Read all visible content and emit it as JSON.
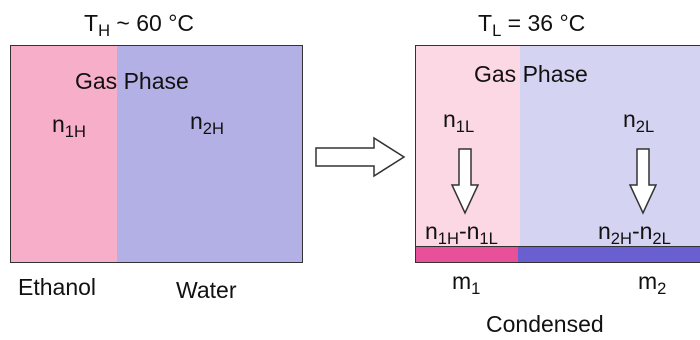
{
  "left_panel": {
    "temperature": {
      "symbol": "T",
      "sub": "H",
      "rest": " ~ 60 °C"
    },
    "gas_phase_label": "Gas Phase",
    "n1": {
      "main": "n",
      "sub": "1H"
    },
    "n2": {
      "main": "n",
      "sub": "2H"
    },
    "ethanol_label": "Ethanol",
    "water_label": "Water"
  },
  "right_panel": {
    "temperature": {
      "symbol": "T",
      "sub": "L",
      "rest": " = 36 °C"
    },
    "gas_phase_label": "Gas Phase",
    "n1": {
      "main": "n",
      "sub": "1L"
    },
    "n2": {
      "main": "n",
      "sub": "2L"
    },
    "diff1": {
      "a_main": "n",
      "a_sub": "1H",
      "sep": "-n",
      "b_sub": "1L"
    },
    "diff2": {
      "a_main": "n",
      "a_sub": "2H",
      "sep": "-n",
      "b_sub": "2L"
    },
    "m1": {
      "main": "m",
      "sub": "1"
    },
    "m2": {
      "main": "m",
      "sub": "2"
    },
    "condensed_label": "Condensed"
  },
  "colors": {
    "ethanol_gas_hot": "#f7aec8",
    "water_gas_hot": "#b3b0e6",
    "ethanol_gas_cool": "#fcd7e4",
    "water_gas_cool": "#d5d3f2",
    "ethanol_liquid": "#e8509a",
    "water_liquid": "#6a5fd0",
    "border": "#333333"
  }
}
